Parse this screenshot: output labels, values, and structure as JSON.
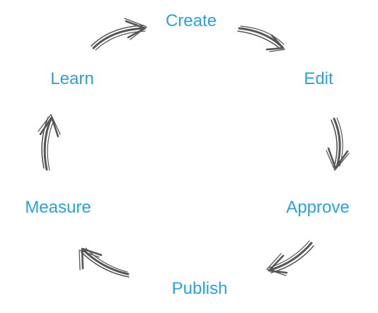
{
  "cycle": {
    "steps": [
      {
        "label": "Create"
      },
      {
        "label": "Edit"
      },
      {
        "label": "Approve"
      },
      {
        "label": "Publish"
      },
      {
        "label": "Measure"
      },
      {
        "label": "Learn"
      }
    ],
    "label_color": "#29a3dd",
    "arrow_color": "#555555"
  }
}
